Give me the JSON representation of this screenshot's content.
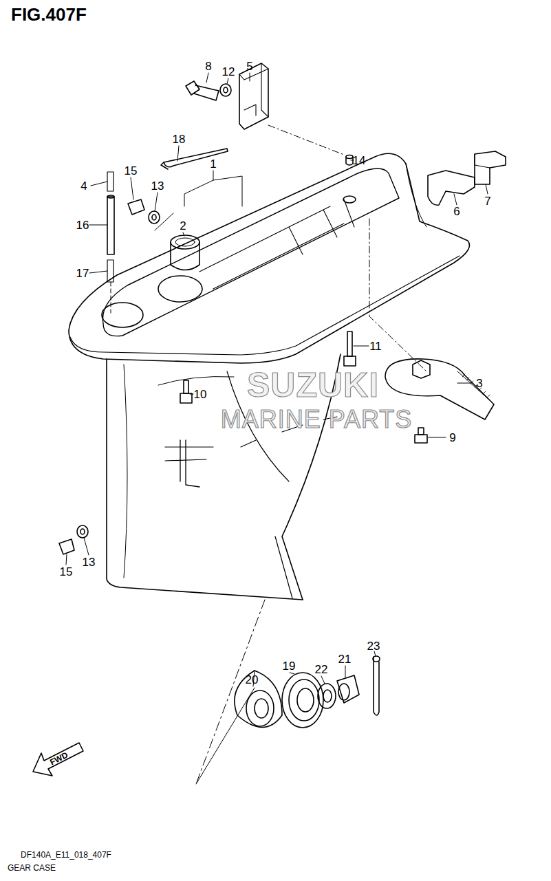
{
  "diagram": {
    "title": "FIG.407F",
    "labels": [
      "8",
      "12",
      "5",
      "14",
      "18",
      "6",
      "7",
      "4",
      "15",
      "13",
      "1",
      "16",
      "2",
      "17",
      "11",
      "3",
      "10",
      "9",
      "15",
      "13",
      "23",
      "20",
      "19",
      "22",
      "21",
      "FWD",
      "SUZUKI",
      "MARINE PARTS",
      "DF140A_E11_018_407F",
      "GEAR CASE"
    ]
  }
}
